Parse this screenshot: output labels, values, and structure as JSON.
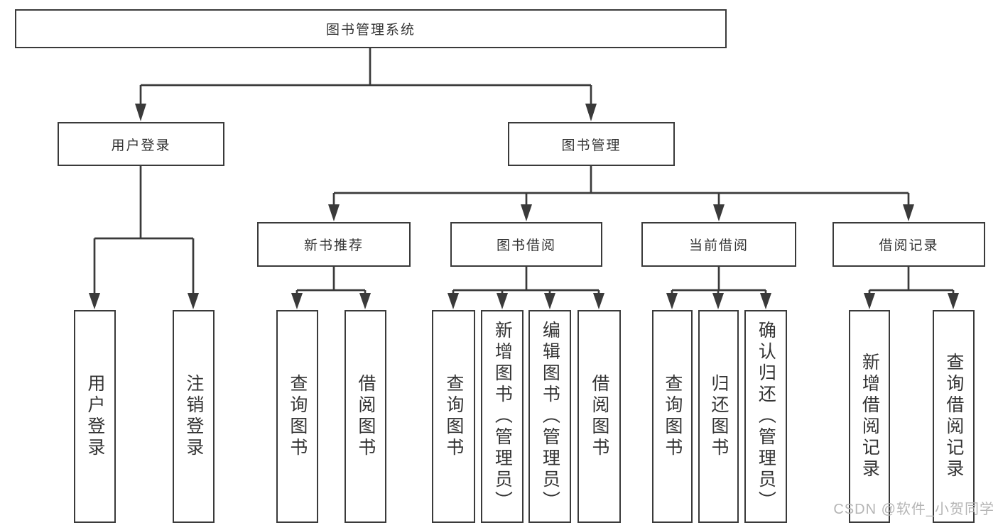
{
  "diagram": {
    "root": {
      "label": "图书管理系统",
      "children": [
        {
          "label": "用户登录",
          "children": [
            {
              "label": "用户登录"
            },
            {
              "label": "注销登录"
            }
          ]
        },
        {
          "label": "图书管理",
          "children": [
            {
              "label": "新书推荐",
              "children": [
                {
                  "label": "查询图书"
                },
                {
                  "label": "借阅图书"
                }
              ]
            },
            {
              "label": "图书借阅",
              "children": [
                {
                  "label": "查询图书"
                },
                {
                  "label": "新增图书（管理员）"
                },
                {
                  "label": "编辑图书（管理员）"
                },
                {
                  "label": "借阅图书"
                }
              ]
            },
            {
              "label": "当前借阅",
              "children": [
                {
                  "label": "查询图书"
                },
                {
                  "label": "归还图书"
                },
                {
                  "label": "确认归还（管理员）"
                }
              ]
            },
            {
              "label": "借阅记录",
              "children": [
                {
                  "label": "新增借阅记录"
                },
                {
                  "label": "查询借阅记录"
                }
              ]
            }
          ]
        }
      ]
    }
  },
  "watermark": {
    "text": "CSDN @软件_小贺同学"
  },
  "colors": {
    "line": "#3a3a3a",
    "text": "#333333",
    "box-bg": "#ffffff",
    "watermark": "#b5b5b5"
  }
}
